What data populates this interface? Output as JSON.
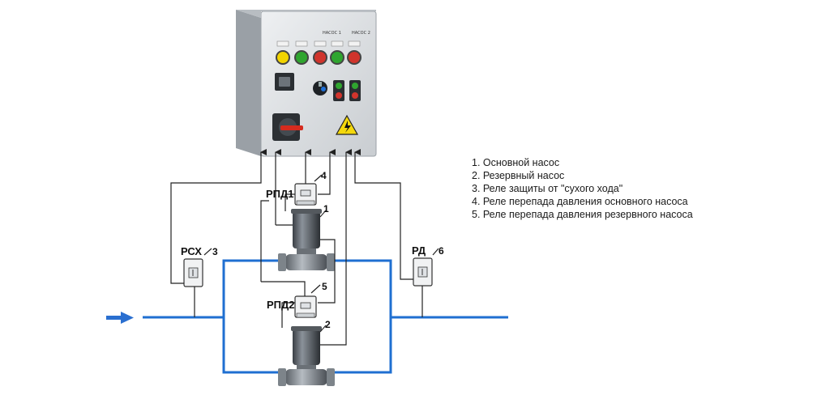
{
  "legend": [
    "1. Основной насос",
    "2. Резервный насос",
    "3. Реле защиты от \"сухого хода\"",
    "4. Реле перепада давления основного насоса",
    "5. Реле перепада давления резервного насоса"
  ],
  "labels": {
    "rpd1": "РПД1",
    "rpd2": "РПД2",
    "rsh": "РСХ",
    "rd": "РД",
    "n1": "1",
    "n2": "2",
    "n3": "3",
    "n4": "4",
    "n5": "5",
    "n6": "6"
  },
  "panel": {
    "pump1_caption": "НАСОС 1",
    "pump2_caption": "НАСОС 2"
  },
  "colors": {
    "pipe": "#1f6fd1",
    "flow_arrow": "#2a6fd0",
    "wire": "#222222",
    "cabinet": "#d9dcdf",
    "lamp_yellow": "#f2d400",
    "lamp_green": "#2fa52f",
    "lamp_red": "#d0342c",
    "warning": "#f4d80c"
  },
  "icons": {
    "flow": "flow-arrow-icon",
    "hazard": "high-voltage-warning-icon"
  }
}
